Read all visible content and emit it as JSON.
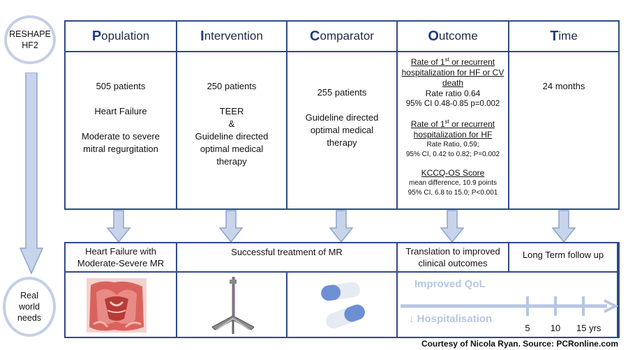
{
  "left": {
    "top_label_line1": "RESHAPE",
    "top_label_line2": "HF2",
    "bottom_label_line1": "Real",
    "bottom_label_line2": "world",
    "bottom_label_line3": "needs"
  },
  "pico": {
    "headers": [
      {
        "first": "P",
        "rest": "opulation"
      },
      {
        "first": "I",
        "rest": "ntervention"
      },
      {
        "first": "C",
        "rest": "omparator"
      },
      {
        "first": "O",
        "rest": "utcome"
      },
      {
        "first": "T",
        "rest": "ime"
      }
    ],
    "population": {
      "line1": "505 patients",
      "line2": "Heart Failure",
      "line3": "Moderate to severe",
      "line4": "mitral regurgitation"
    },
    "intervention": {
      "line1": "250 patients",
      "line2": "TEER",
      "line3": "&",
      "line4": "Guideline directed",
      "line5": "optimal medical",
      "line6": "therapy"
    },
    "comparator": {
      "line1": "255 patients",
      "line2": "Guideline directed",
      "line3": "optimal medical",
      "line4": "therapy"
    },
    "outcome": {
      "o1_title_a": "Rate of 1",
      "o1_sup": "st",
      "o1_title_b": " or recurrent",
      "o1_title_line2": "hospitalization for HF or CV",
      "o1_title_line3": "death",
      "o1_value1": "Rate ratio 0.64",
      "o1_value2": "95% CI 0.48-0.85 p=0.002",
      "o2_title_a": "Rate of 1",
      "o2_sup": "st",
      "o2_title_b": " or recurrent",
      "o2_title_line2": "hospitalization for HF",
      "o2_value1": "Rate Ratio, 0.59;",
      "o2_value2": "95% CI, 0.42 to 0.82; P=0.002",
      "o3_title": "KCCQ-OS Score",
      "o3_value1": "mean difference, 10.9 points",
      "o3_value2": "95% CI, 6.8 to 15.0; P<0.001"
    },
    "time": {
      "line1": "24 months"
    }
  },
  "bottom": {
    "col1_line1": "Heart Failure with",
    "col1_line2": "Moderate-Severe  MR",
    "col2": "Successful treatment of MR",
    "col4_line1": "Translation to improved",
    "col4_line2": "clinical outcomes",
    "col5": "Long Term follow up",
    "improved_qol": "Improved QoL",
    "hospitalisation": "Hospitalisation",
    "timeline_ticks": [
      "5",
      "10",
      "15 yrs"
    ]
  },
  "credit": "Courtesy of Nicola Ryan. Source: PCRonline.com",
  "colors": {
    "border": "#2f4a8a",
    "arrow_fill": "#c8d4ea",
    "arrow_stroke": "#8ea3cf",
    "faded_text": "#b7c6e3"
  }
}
